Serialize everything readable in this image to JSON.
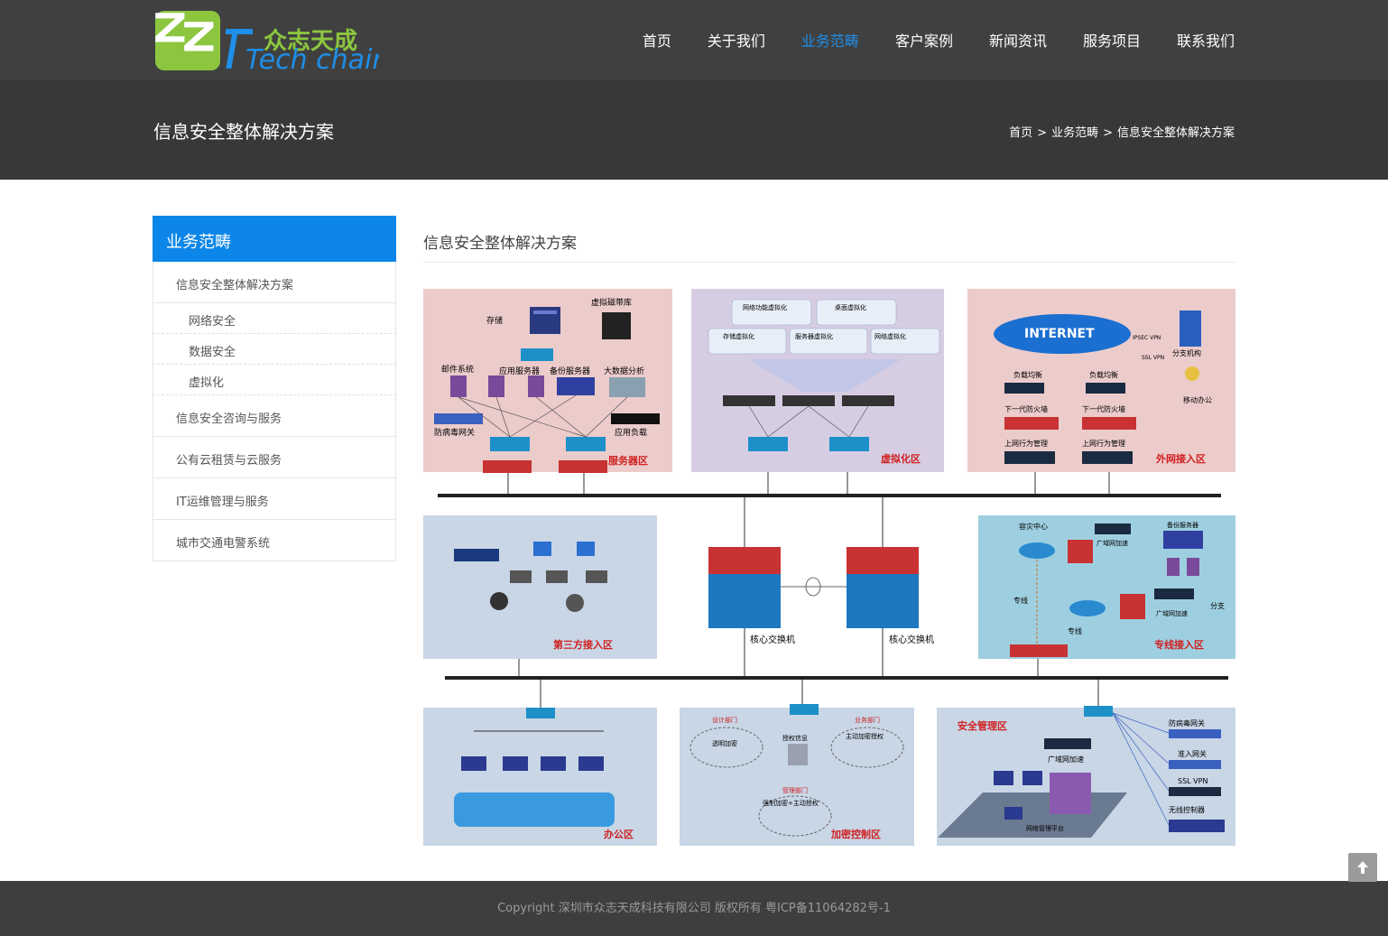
{
  "brand": {
    "logo_cn": "众志天成",
    "logo_en": "Tech chain"
  },
  "nav": [
    {
      "label": "首页",
      "active": false
    },
    {
      "label": "关于我们",
      "active": false
    },
    {
      "label": "业务范畴",
      "active": true
    },
    {
      "label": "客户案例",
      "active": false
    },
    {
      "label": "新闻资讯",
      "active": false
    },
    {
      "label": "服务项目",
      "active": false
    },
    {
      "label": "联系我们",
      "active": false
    }
  ],
  "banner": {
    "title": "信息安全整体解决方案",
    "breadcrumb": [
      "首页",
      "业务范畴",
      "信息安全整体解决方案"
    ],
    "separator": ">"
  },
  "sidebar": {
    "heading": "业务范畴",
    "items": [
      {
        "label": "信息安全整体解决方案",
        "sub": [
          "网络安全",
          "数据安全",
          "虚拟化"
        ]
      },
      {
        "label": "信息安全咨询与服务"
      },
      {
        "label": "公有云租赁与云服务"
      },
      {
        "label": "IT运维管理与服务"
      },
      {
        "label": "城市交通电警系统"
      }
    ]
  },
  "content": {
    "title": "信息安全整体解决方案"
  },
  "diagram": {
    "zones": {
      "server": "服务器区",
      "virtual": "虚拟化区",
      "external": "外网接入区",
      "third": "第三方接入区",
      "dedicated": "专线接入区",
      "office": "办公区",
      "encrypt": "加密控制区",
      "secmgmt": "安全管理区"
    },
    "labels": {
      "storage": "存储",
      "vtape": "虚拟磁带库",
      "mail": "邮件系统",
      "appserver": "应用服务器",
      "backupserver": "备份服务器",
      "bigdata": "大数据分析",
      "av_gateway": "防病毒网关",
      "app_lb": "应用负载",
      "nfv": "网络功能虚拟化",
      "desktop_virt": "桌面虚拟化",
      "storage_virt": "存储虚拟化",
      "server_virt": "服务器虚拟化",
      "net_virt": "网络虚拟化",
      "internet": "INTERNET",
      "ipsec": "IPSEC VPN",
      "sslvpn": "SSL VPN",
      "branch": "分支机构",
      "mobile": "移动办公",
      "lb1": "负载均衡",
      "lb2": "负载均衡",
      "ngfw1": "下一代防火墙",
      "ngfw2": "下一代防火墙",
      "behavior1": "上网行为管理",
      "behavior2": "上网行为管理",
      "core1": "核心交换机",
      "core2": "核心交换机",
      "dr_center": "容灾中心",
      "wan_acc1": "广域网加速",
      "backup_srv": "备份服务器",
      "line1": "专线",
      "line2": "专线",
      "wan_acc2": "广域网加速",
      "branch_v": "分支",
      "design_dept": "设计部门",
      "transparent": "透明加密",
      "auth_info": "授权信息",
      "biz_dept": "业务部门",
      "active_enc": "主动加密授权",
      "mgmt_dept": "管理部门",
      "forced": "强制加密+主动授权",
      "av_gw2": "防病毒网关",
      "nac": "准入网关",
      "sslvpn2": "SSL VPN",
      "wlc": "无线控制器",
      "wan_acc3": "广域网加速",
      "nms": "网络管理平台"
    }
  },
  "footer": {
    "copyright": "Copyright 深圳市众志天成科技有限公司 版权所有 粤ICP备11064282号-1"
  },
  "colors": {
    "accent": "#0c86e8",
    "topbar": "#404040",
    "banner": "#383838",
    "footer": "#3e3e3e"
  }
}
